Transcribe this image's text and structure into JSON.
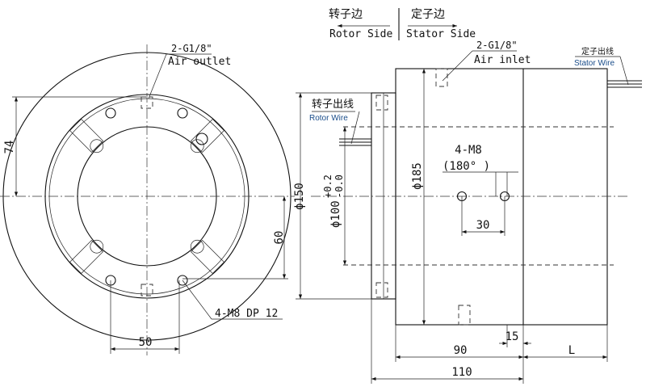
{
  "legend": {
    "rotor_side_cn": "转子边",
    "stator_side_cn": "定子边",
    "rotor_side": "Rotor Side",
    "stator_side": "Stator Side"
  },
  "front_view": {
    "outlet_thread": "2-G1/8\"",
    "outlet_label": "Air outlet",
    "dim_74": "74",
    "dim_60": "60",
    "dim_50": "50",
    "holes_label": "4-M8 DP 12"
  },
  "side_view": {
    "inlet_thread": "2-G1/8\"",
    "inlet_label": "Air inlet",
    "stator_wire_cn": "定子出线",
    "stator_wire": "Stator Wire",
    "rotor_wire_cn": "转子出线",
    "rotor_wire": "Rotor Wire",
    "dim_150": "ϕ150",
    "dim_100": "ϕ100",
    "dim_100_tol_upper": "+0.2",
    "dim_100_tol_lower": "-0.0",
    "dim_185": "ϕ185",
    "holes_label": "4-M8",
    "holes_angle": "(180° )",
    "dim_30": "30",
    "dim_15": "15",
    "dim_90": "90",
    "dim_L": "L",
    "dim_110": "110"
  }
}
